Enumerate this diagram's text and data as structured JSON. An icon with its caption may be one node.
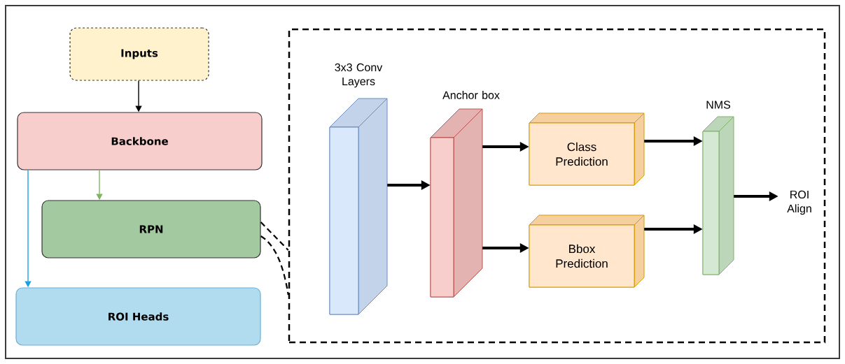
{
  "diagram": {
    "nodes": [
      {
        "text": [
          "Inputs"
        ]
      },
      {
        "text": [
          "Backbone"
        ]
      },
      {
        "text": [
          "RPN"
        ]
      },
      {
        "text": [
          "ROI Heads"
        ]
      },
      {
        "text": [],
        "shape": "box"
      },
      {
        "text": [
          "3x3 Conv Layers"
        ],
        "in": 4
      },
      {
        "text": [
          "Anchor box"
        ],
        "in": 4
      },
      {
        "text": [
          "Class Prediction"
        ],
        "in": 4
      },
      {
        "text": [
          "Bbox Prediction"
        ],
        "in": 4
      },
      {
        "text": [
          "NMS"
        ],
        "in": 4
      },
      {
        "text": [
          "ROI Align"
        ],
        "in": 4
      }
    ],
    "edges": [
      {
        "from": 0,
        "to": 1,
        "arrow": "to"
      },
      {
        "from": 1,
        "to": 2,
        "arrow": "to",
        "color": "#82b366"
      },
      {
        "from": 1,
        "to": 3,
        "arrow": "to",
        "color": "#1ba1e2"
      },
      {
        "from": 2,
        "to": 4,
        "arrow": "none",
        "style": "dashed"
      },
      {
        "from": 2,
        "to": 4,
        "arrow": "none",
        "style": "dashed"
      },
      {
        "from": 5,
        "to": 6,
        "arrow": "to"
      },
      {
        "from": 6,
        "to": 7,
        "arrow": "to"
      },
      {
        "from": 6,
        "to": 8,
        "arrow": "to"
      },
      {
        "from": 7,
        "to": 9,
        "arrow": "to"
      },
      {
        "from": 8,
        "to": 9,
        "arrow": "to"
      },
      {
        "from": 9,
        "to": 10,
        "arrow": "to"
      }
    ]
  }
}
